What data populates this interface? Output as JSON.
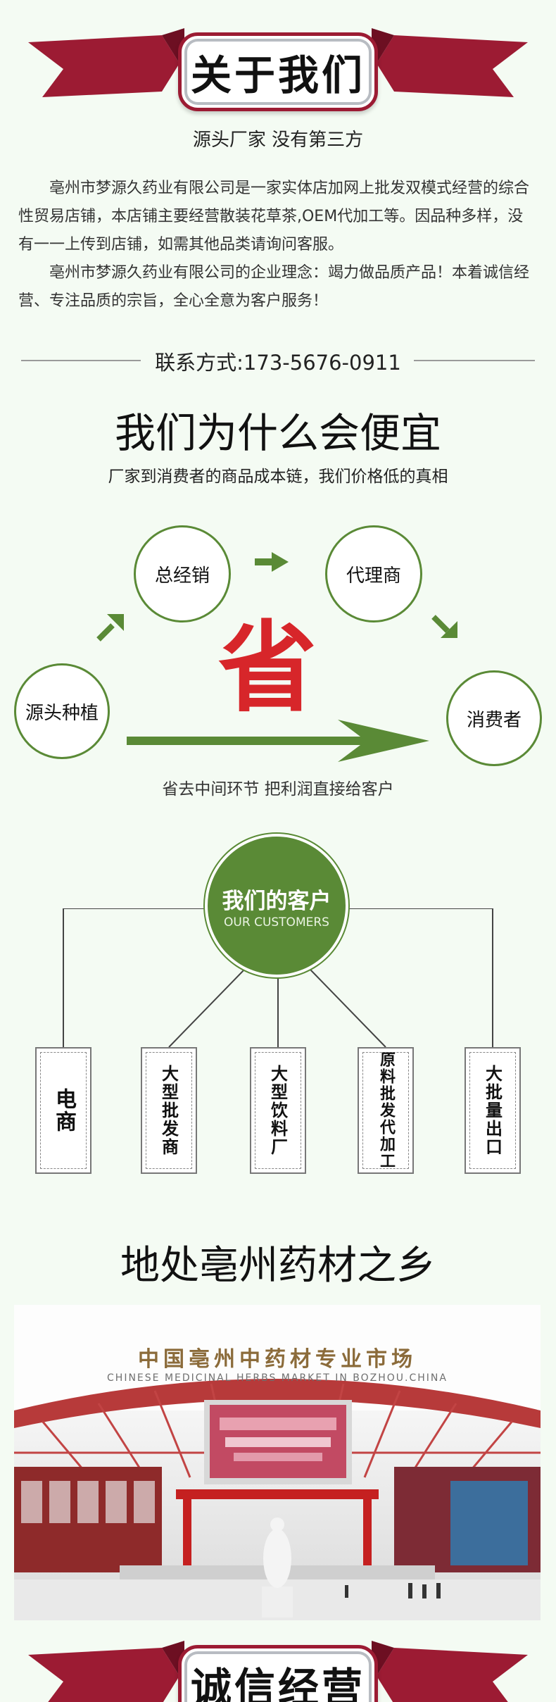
{
  "about": {
    "title": "关于我们",
    "subtitle": "源头厂家 没有第三方",
    "para1": "亳州市梦源久药业有限公司是一家实体店加网上批发双模式经营的综合性贸易店铺，本店铺主要经营散装花草茶,OEM代加工等。因品种多样，没有一一上传到店铺，如需其他品类请询问客服。",
    "para2": "亳州市梦源久药业有限公司的企业理念：竭力做品质产品！本着诚信经营、专注品质的宗旨，全心全意为客户服务！",
    "contact": "联系方式:173-5676-0911"
  },
  "why": {
    "title": "我们为什么会便宜",
    "subtitle": "厂家到消费者的商品成本链，我们价格低的真相",
    "nodes": {
      "source": "源头种植",
      "distributor": "总经销",
      "agent": "代理商",
      "consumer": "消费者"
    },
    "save_char": "省",
    "caption": "省去中间环节 把利润直接给客户",
    "accent": "#5a8a36",
    "save_color": "#d7262a"
  },
  "customers": {
    "title_cn": "我们的客户",
    "title_en": "OUR CUSTOMERS",
    "items": [
      "电商",
      "大型批发商",
      "大型饮料厂",
      "原料批发代加工",
      "大批量出口"
    ]
  },
  "location": {
    "title": "地处亳州药材之乡",
    "sign_cn": "中国亳州中药材专业市场",
    "sign_en": "CHINESE MEDICINAL HERBS MARKET IN BOZHOU.CHINA"
  },
  "integrity": {
    "title": "诚信经营"
  },
  "colors": {
    "ribbon": "#9c1b33",
    "background": "#f4fbf3"
  }
}
